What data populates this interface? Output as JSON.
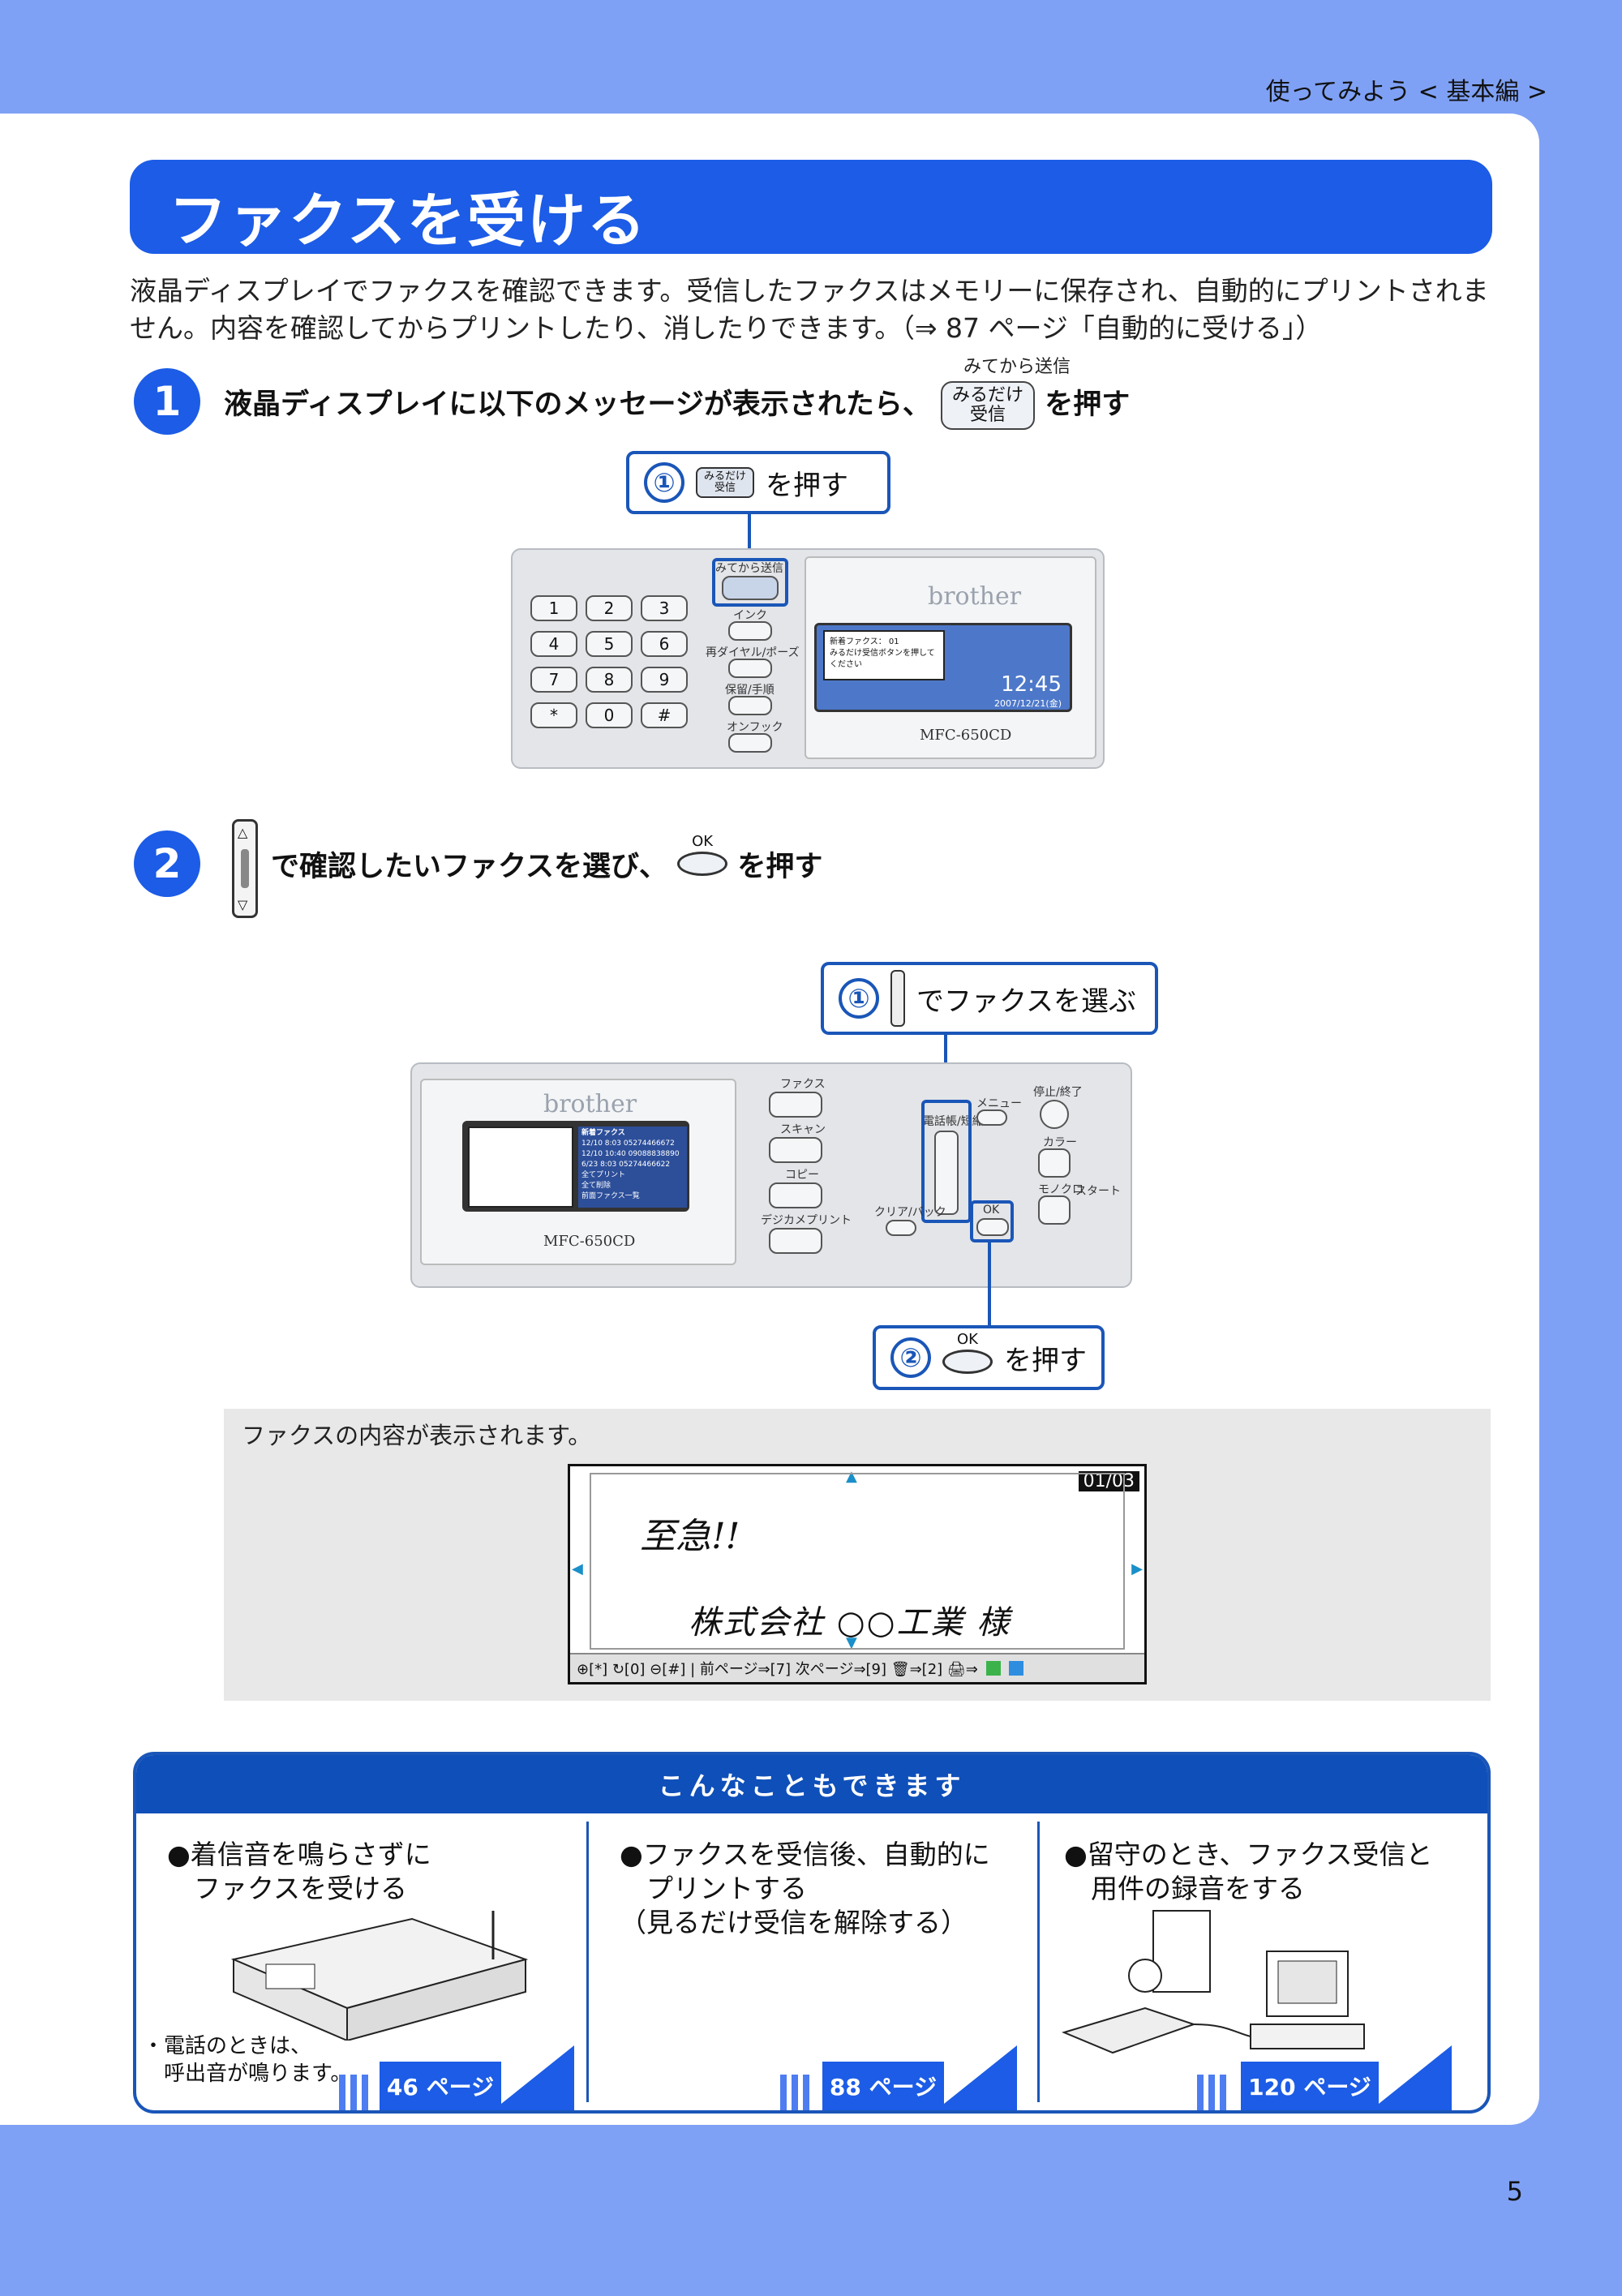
{
  "header": {
    "section_note": "使ってみよう < 基本編 >"
  },
  "title": "ファクスを受ける",
  "intro": "液晶ディスプレイでファクスを確認できます。受信したファクスはメモリーに保存され、自動的にプリントされません。内容を確認してからプリントしたり、消したりできます。（⇒ 87 ページ「自動的に受ける」）",
  "steps": [
    {
      "number": "1",
      "text_before": "液晶ディスプレイに以下のメッセージが表示されたら、",
      "key_caption": "みてから送信",
      "key_line1": "みるだけ",
      "key_line2": "受信",
      "text_after": "を押す",
      "callout_num": "①",
      "callout_text": "を押す"
    },
    {
      "number": "2",
      "text_mid": "で確認したいファクスを選び、",
      "ok_label": "OK",
      "text_after": "を押す",
      "callout1_num": "①",
      "callout1_text": "でファクスを選ぶ",
      "callout2_num": "②",
      "callout2_text": "を押す"
    }
  ],
  "device1": {
    "brand": "brother",
    "model": "MFC-650CD",
    "keypad": [
      "1",
      "2",
      "3",
      "4",
      "5",
      "6",
      "7",
      "8",
      "9",
      "*",
      "0",
      "#"
    ],
    "side_labels": [
      "みてから送信",
      "インク",
      "再ダイヤル/ポーズ",
      "保留/手順",
      "オンフック"
    ],
    "lcd_line1": "新着ファクス： 01",
    "lcd_line2": "みるだけ受信ボタンを押してください",
    "lcd_time": "12:45",
    "lcd_date": "2007/12/21(金)"
  },
  "device2": {
    "brand": "brother",
    "model": "MFC-650CD",
    "mode_labels": [
      "ファクス",
      "スキャン",
      "コピー",
      "デジカメプリント"
    ],
    "labels": [
      "電話帳/短縮",
      "メニュー",
      "停止/終了",
      "カラー",
      "モノクロ",
      "スタート",
      "クリア/バック",
      "OK"
    ],
    "lcd_header": "新着ファクス",
    "lcd_items": [
      "12/10  8:03  05274466672",
      "12/10 10:40  09088838890",
      "6/23  8:03  05274466622",
      "全てプリント",
      "全て削除"
    ],
    "lcd_footer": "前面ファクス一覧"
  },
  "fax_view": {
    "note": "ファクスの内容が表示されます。",
    "pager": "01/03",
    "handwriting_1": "至急!!",
    "handwriting_2": "株式会社 ○○工業 様",
    "toolbar": "⊕[*]  ↻[0]  ⊖[#]  |  前ページ⇒[7]  次ページ⇒[9]     🗑⇒[2]  🖨⇒"
  },
  "more": {
    "heading": "こんなこともできます",
    "items": [
      {
        "title_line1": "●着信音を鳴らさずに",
        "title_line2": "　ファクスを受ける",
        "note_line1": "・電話のときは、",
        "note_line2": "　呼出音が鳴ります。",
        "page": "46 ページ"
      },
      {
        "title_line1": "●ファクスを受信後、自動的に",
        "title_line2": "　プリントする",
        "title_line3": "（見るだけ受信を解除する）",
        "page": "88 ページ"
      },
      {
        "title_line1": "●留守のとき、ファクス受信と",
        "title_line2": "　用件の録音をする",
        "page": "120 ページ"
      }
    ]
  },
  "page_number": "5",
  "colors": {
    "background": "#7fa1f5",
    "accent": "#1c5ce6",
    "dark_accent": "#0f4fb9"
  }
}
